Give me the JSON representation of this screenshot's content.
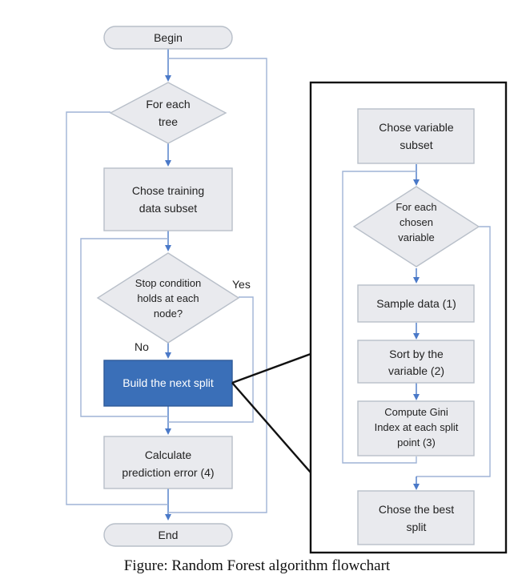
{
  "colors": {
    "shape_fill": "#e9eaee",
    "shape_stroke": "#b8bfc9",
    "highlight_fill": "#3a6fb8",
    "connector": "#4a79c8",
    "panel_border": "#111111"
  },
  "left_flow": {
    "begin": "Begin",
    "for_each_tree": [
      "For each",
      "tree"
    ],
    "chose_training": [
      "Chose training",
      "data subset"
    ],
    "stop_condition": [
      "Stop condition",
      "holds at each",
      "node?"
    ],
    "yes_label": "Yes",
    "no_label": "No",
    "build_split": "Build the next split",
    "calc_error": [
      "Calculate",
      "prediction error (4)"
    ],
    "end": "End"
  },
  "right_panel": {
    "chose_variable": [
      "Chose variable",
      "subset"
    ],
    "for_each_variable": [
      "For each",
      "chosen",
      "variable"
    ],
    "sample_data": "Sample data (1)",
    "sort_by": [
      "Sort by the",
      "variable (2)"
    ],
    "compute_gini": [
      "Compute Gini",
      "Index at each split",
      "point (3)"
    ],
    "chose_best": [
      "Chose the best",
      "split"
    ]
  },
  "caption": "Figure: Random Forest algorithm flowchart"
}
